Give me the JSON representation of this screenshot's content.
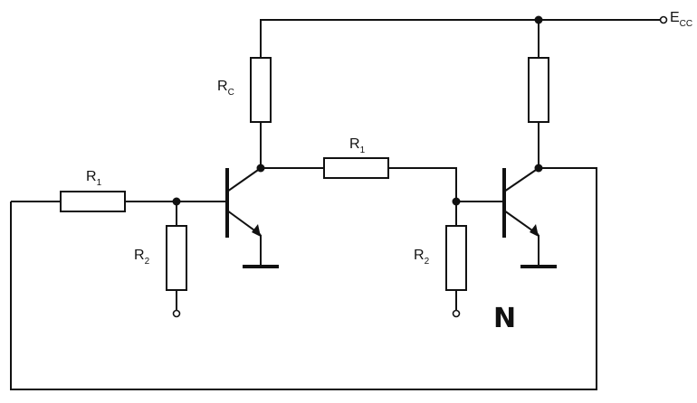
{
  "labels": {
    "supply": {
      "main": "E",
      "sub": "CC"
    },
    "rc_left": {
      "main": "R",
      "sub": "C"
    },
    "r1_left": {
      "main": "R",
      "sub": "1"
    },
    "r1_middle": {
      "main": "R",
      "sub": "1"
    },
    "r2_left": {
      "main": "R",
      "sub": "2"
    },
    "r2_right": {
      "main": "R",
      "sub": "2"
    },
    "gate_letter": "N"
  },
  "colors": {
    "line": "#111111",
    "background": "#ffffff"
  }
}
